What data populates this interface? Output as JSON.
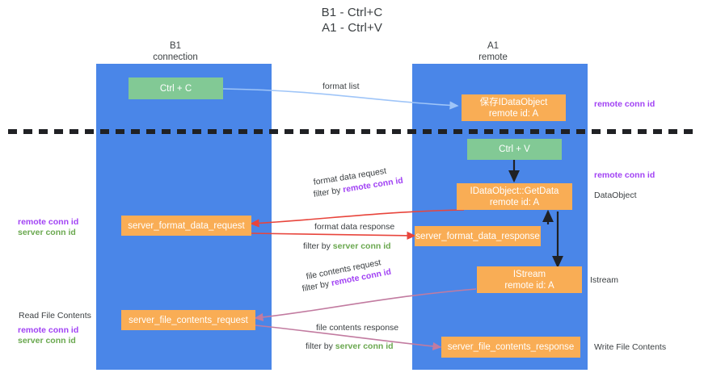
{
  "title": {
    "line1": "B1 - Ctrl+C",
    "line2": "A1 - Ctrl+V"
  },
  "columns": [
    {
      "id": "b1",
      "name": "B1",
      "role": "connection"
    },
    {
      "id": "a1",
      "name": "A1",
      "role": "remote"
    }
  ],
  "nodes": {
    "ctrl_c": {
      "label": "Ctrl + C",
      "color": "#82c995"
    },
    "ctrl_v": {
      "label": "Ctrl + V",
      "color": "#82c995"
    },
    "idataobject": {
      "line1": "保存IDataObject",
      "line2": "remote id: A",
      "color": "#f9ad55"
    },
    "getdata": {
      "line1": "IDataObject::GetData",
      "line2": "remote id: A",
      "color": "#f9ad55"
    },
    "istream": {
      "line1": "IStream",
      "line2": "remote id: A",
      "color": "#f9ad55"
    },
    "server_format_data_request": {
      "label": "server_format_data_request",
      "color": "#f9ad55"
    },
    "server_format_data_response": {
      "label": "server_format_data_response",
      "color": "#f9ad55"
    },
    "server_file_contents_request": {
      "label": "server_file_contents_request",
      "color": "#f9ad55"
    },
    "server_file_contents_response": {
      "label": "server_file_contents_response",
      "color": "#f9ad55"
    }
  },
  "edges": {
    "format_list": {
      "label": "format list"
    },
    "format_data_request": {
      "label": "format data request",
      "filter_prefix": "filter by ",
      "filter_key": "remote conn id"
    },
    "format_data_response": {
      "label": "format data response",
      "filter_prefix": "filter by ",
      "filter_key": "server conn id"
    },
    "file_contents_request": {
      "label": "file contents request",
      "filter_prefix": "filter by ",
      "filter_key": "remote conn id"
    },
    "file_contents_response": {
      "label": "file contents response",
      "filter_prefix": "filter by ",
      "filter_key": "server conn id"
    }
  },
  "annotations": {
    "right_remote_conn_id_top": "remote conn id",
    "right_remote_conn_id_mid": "remote conn id",
    "right_dataobject": "DataObject",
    "right_istream": "Istream",
    "right_write_file_contents": "Write File Contents",
    "left_remote_conn_id_mid": "remote conn id",
    "left_server_conn_id_mid": "server conn id",
    "left_read_file_contents": "Read File Contents",
    "left_remote_conn_id_bottom": "remote conn id",
    "left_server_conn_id_bottom": "server conn id"
  },
  "colors": {
    "lane": "#4a86e8",
    "green_node": "#82c995",
    "orange_node": "#f9ad55",
    "purple_text": "#a142f4",
    "green_text": "#6aa84f",
    "dark_text": "#3c4043",
    "arrow_blue": "#9fc5f8",
    "arrow_red": "#e8453c",
    "arrow_magenta": "#c27ba0",
    "arrow_black": "#202124",
    "separator": "#202124"
  }
}
